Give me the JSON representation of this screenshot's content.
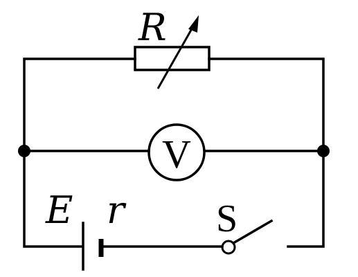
{
  "diagram": {
    "labels": {
      "resistor": "R",
      "voltmeter": "V",
      "emf": "E",
      "internal_resistance": "r",
      "switch": "S"
    }
  }
}
